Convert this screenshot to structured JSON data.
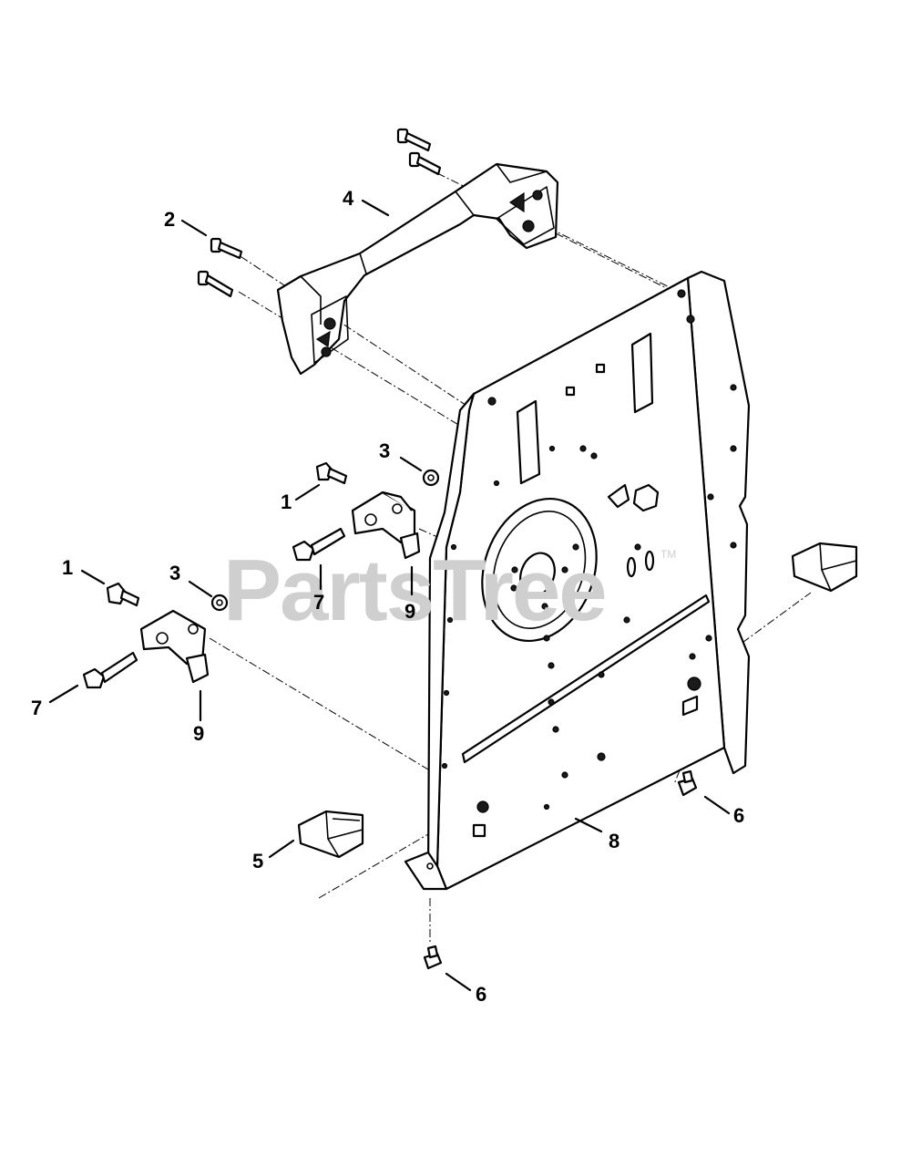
{
  "watermark": {
    "text": "PartsTree",
    "trademark": "TM"
  },
  "callouts": {
    "c1a": "1",
    "c1b": "1",
    "c2": "2",
    "c3a": "3",
    "c3b": "3",
    "c4": "4",
    "c5": "5",
    "c6a": "6",
    "c6b": "6",
    "c7a": "7",
    "c7b": "7",
    "c8": "8",
    "c9a": "9",
    "c9b": "9"
  }
}
